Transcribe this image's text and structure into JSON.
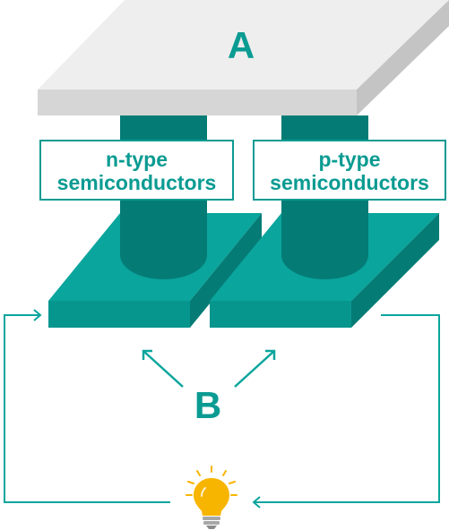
{
  "label_a": "A",
  "label_b": "B",
  "n_type": {
    "line1": "n-type",
    "line2": "semiconductors"
  },
  "p_type": {
    "line1": "p-type",
    "line2": "semiconductors"
  },
  "colors": {
    "teal": "#0aa59d",
    "teal_dark": "#047c75",
    "teal_mid": "#07938c",
    "plate_top": "#eeeeee",
    "plate_front": "#d4d4d4",
    "plate_side": "#c2c2c2",
    "bulb": "#f7b500"
  },
  "icons": {
    "bulb": "light-bulb-icon"
  }
}
